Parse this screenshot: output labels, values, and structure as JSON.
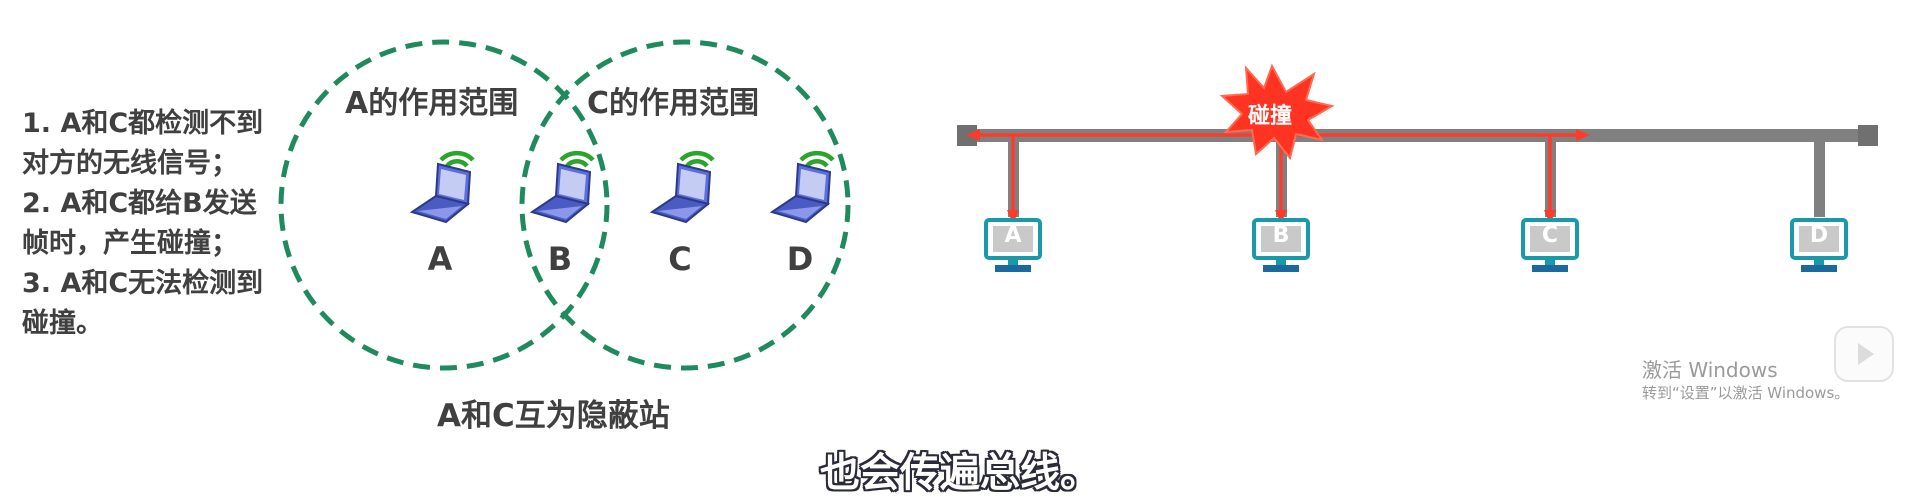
{
  "notes": [
    "1. A和C都检测不到",
    "对方的无线信号；",
    "2. A和C都给B发送",
    "帧时，产生碰撞；",
    "3. A和C无法检测到",
    "碰撞。"
  ],
  "left_diagram": {
    "range_a_title": "A的作用范围",
    "range_c_title": "C的作用范围",
    "nodes": [
      "A",
      "B",
      "C",
      "D"
    ],
    "caption": "A和C互为隐蔽站"
  },
  "bus_diagram": {
    "collision_label": "碰撞",
    "stations": [
      "A",
      "B",
      "C",
      "D"
    ]
  },
  "subtitle": "也会传遍总线。",
  "watermark": {
    "title": "激活 Windows",
    "subtitle": "转到“设置”以激活 Windows。"
  },
  "colors": {
    "circle": "#1e8a5e",
    "signal": "#2aa52a",
    "laptop": "#5b6fd8",
    "bus": "#808080",
    "signal_line": "#ff3a2a",
    "station_frame": "#1a9aa8",
    "collision": "#ff3322"
  },
  "icons": [
    "wifi-icon",
    "laptop-icon",
    "monitor-icon",
    "play-icon"
  ]
}
